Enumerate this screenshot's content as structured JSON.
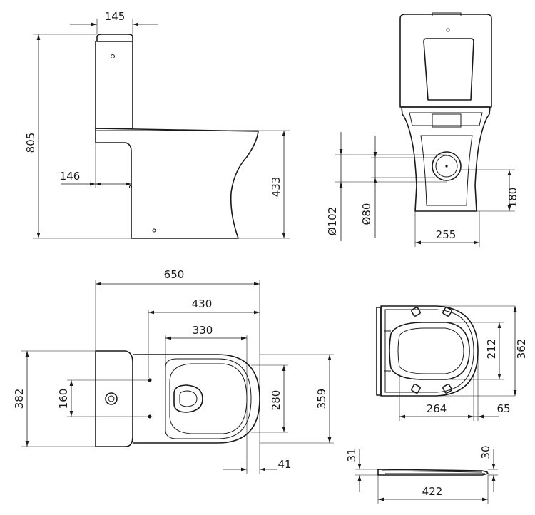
{
  "dimensions": {
    "side_tank_width": "145",
    "side_total_height": "805",
    "side_seat_offset": "146",
    "side_bowl_height": "433",
    "front_outlet_d102": "Ø102",
    "front_outlet_d80": "Ø80",
    "front_outlet_height": "180",
    "front_base_width": "255",
    "top_total_length": "650",
    "top_length_430": "430",
    "top_length_330": "330",
    "top_total_width": "382",
    "top_fixing_spacing": "160",
    "top_bowl_width_280": "280",
    "top_bowl_width_359": "359",
    "top_rim_offset": "41",
    "seat_hinge_depth": "212",
    "seat_total_width": "362",
    "seat_length": "264",
    "seat_hinge_length": "65",
    "seat_profile_31": "31",
    "seat_profile_30": "30",
    "seat_profile_length": "422"
  }
}
